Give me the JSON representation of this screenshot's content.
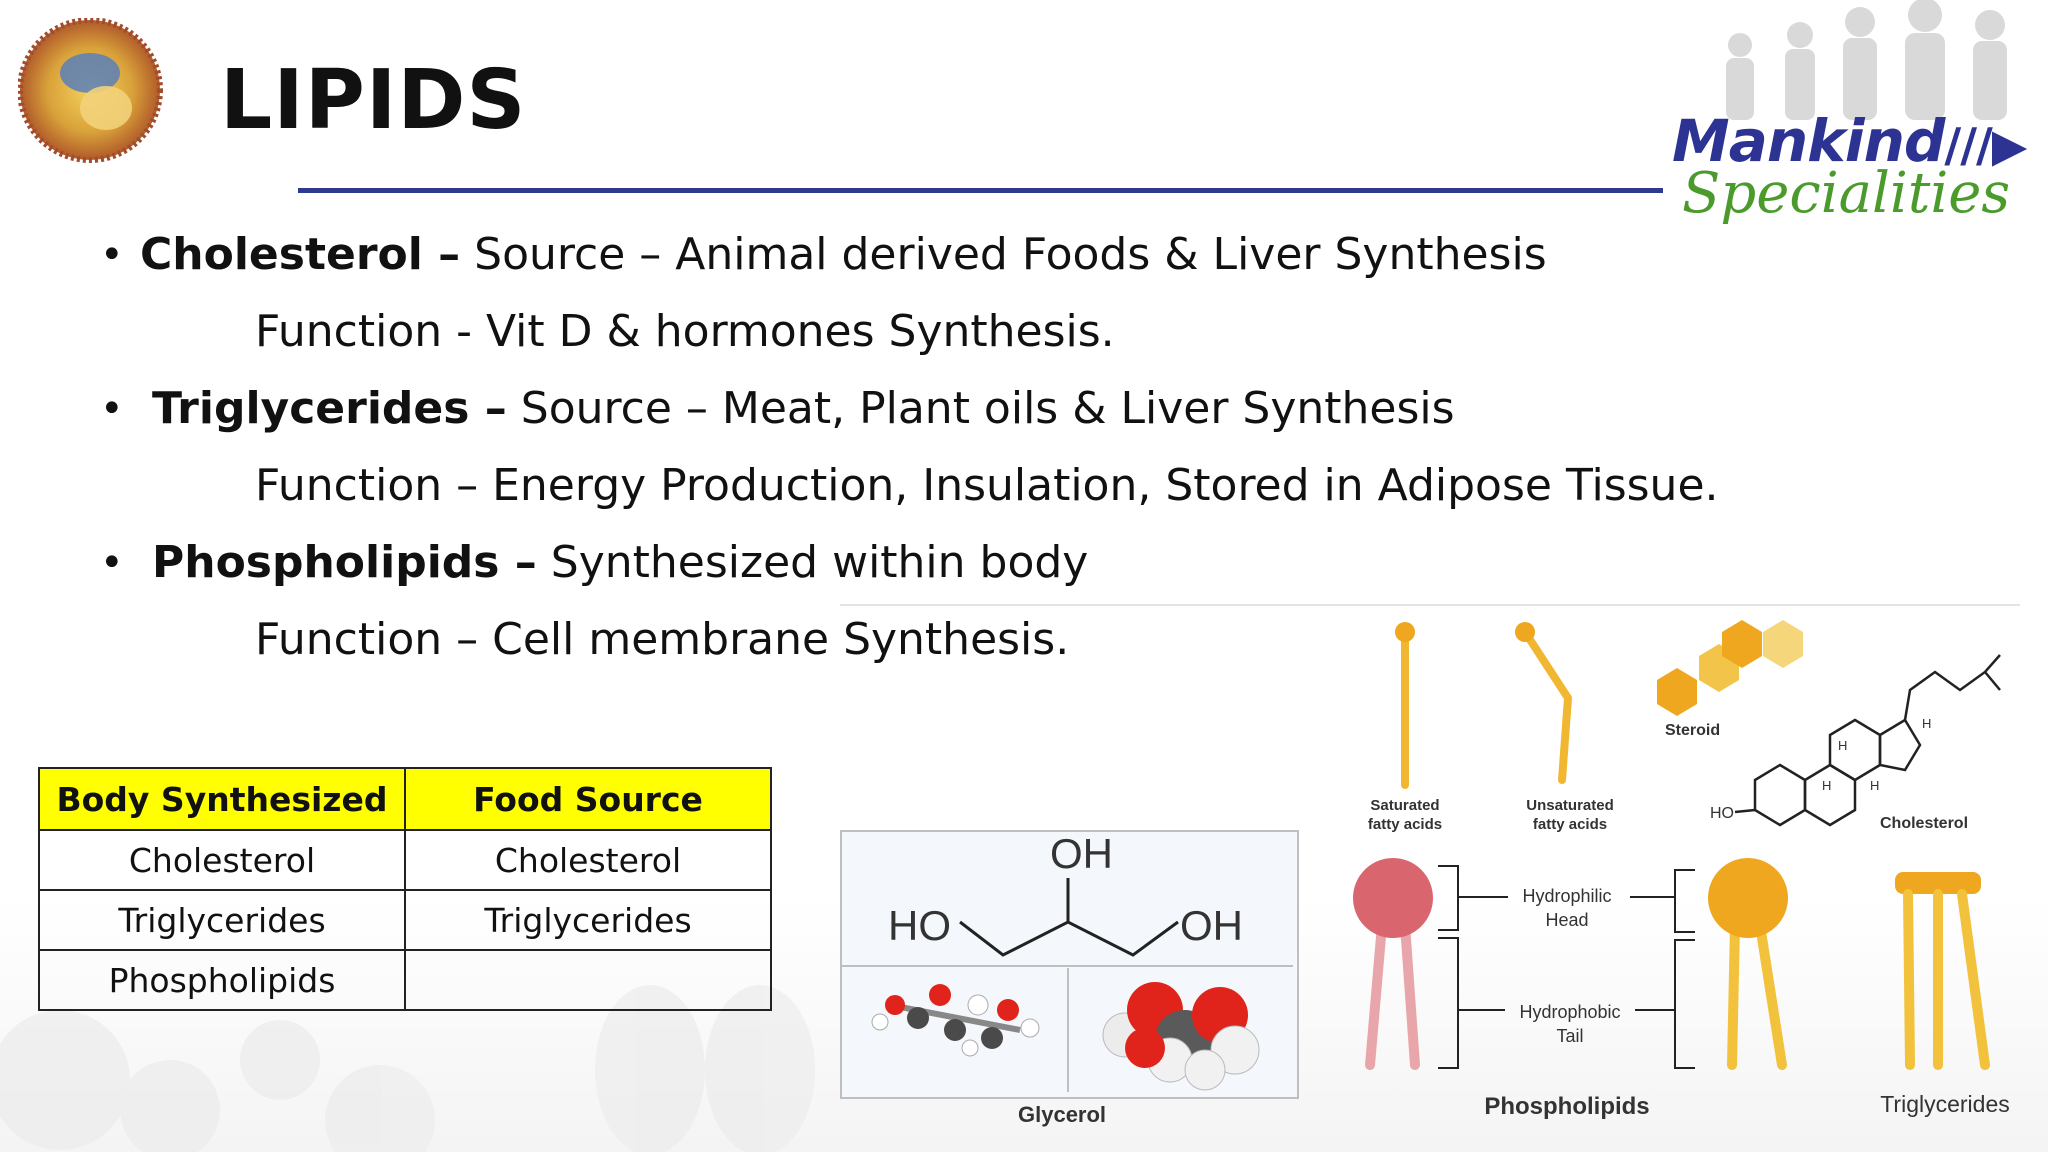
{
  "slide": {
    "title": "LIPIDS",
    "logo": {
      "brand": "Mankind",
      "tagline": "Specialities",
      "accent": "#2d3393",
      "tagline_color": "#4a9a2c"
    },
    "rule_color": "#2e3a8c"
  },
  "bullets": [
    {
      "term": "Cholesterol –",
      "text": " Source – Animal derived Foods & Liver Synthesis",
      "function": "Function - Vit D & hormones Synthesis."
    },
    {
      "term": "Triglycerides –",
      "text": " Source – Meat, Plant oils & Liver Synthesis",
      "function": "Function – Energy Production, Insulation, Stored in Adipose Tissue."
    },
    {
      "term": "Phospholipids –",
      "text": " Synthesized within body",
      "function": "Function – Cell membrane Synthesis."
    }
  ],
  "table": {
    "header_color": "#ffff00",
    "headers": [
      "Body Synthesized",
      "Food Source"
    ],
    "rows": [
      [
        "Cholesterol",
        "Cholesterol"
      ],
      [
        "Triglycerides",
        "Triglycerides"
      ],
      [
        "Phospholipids",
        ""
      ]
    ]
  },
  "diagram": {
    "glycerol": {
      "oh_top": "OH",
      "ho_left": "HO",
      "oh_right": "OH",
      "caption": "Glycerol"
    },
    "saturated": "Saturated\nfatty acids",
    "unsaturated": "Unsaturated\nfatty acids",
    "steroid": "Steroid",
    "cholesterol": "Cholesterol",
    "cholesterol_ho": "HO",
    "h_atom": "H",
    "hydrophilic": "Hydrophilic\nHead",
    "hydrophobic": "Hydrophobic\nTail",
    "phospholipids": "Phospholipids",
    "triglycerides": "Triglycerides",
    "colors": {
      "lipid_yellow": "#f2b731",
      "head_orange": "#eea71e",
      "head_red": "#d9656e",
      "tail_pink": "#e8a6ab",
      "oxygen": "#e0241b",
      "carbon": "#4a4a4a"
    }
  }
}
